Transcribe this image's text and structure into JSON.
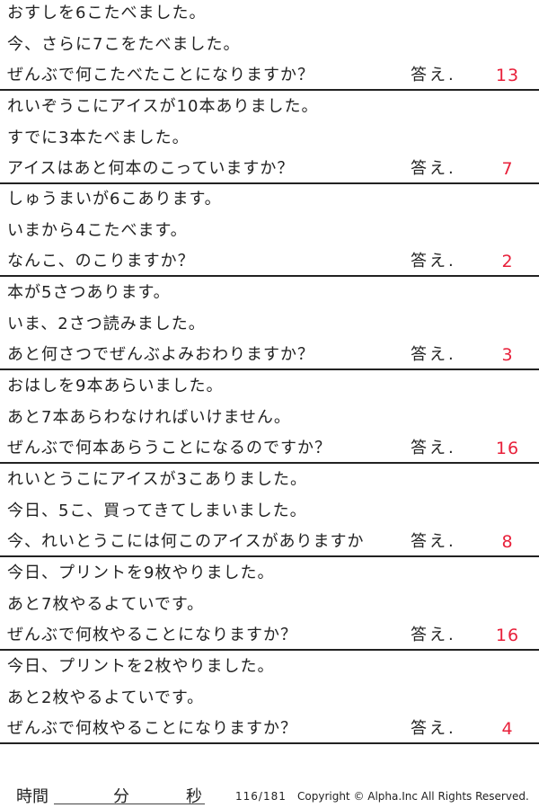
{
  "answer_label": "答え.",
  "problems": [
    {
      "lines": [
        "おすしを6こたべました。",
        "今、さらに7こをたべました。",
        "ぜんぶで何こたべたことになりますか？"
      ],
      "answer": "13"
    },
    {
      "lines": [
        "れいぞうこにアイスが10本ありました。",
        "すでに3本たべました。",
        "アイスはあと何本のこっていますか？"
      ],
      "answer": "7"
    },
    {
      "lines": [
        "しゅうまいが6こあります。",
        "いまから4こたべます。",
        "なんこ、のこりますか？"
      ],
      "answer": "2"
    },
    {
      "lines": [
        "本が5さつあります。",
        "いま、2さつ読みました。",
        "あと何さつでぜんぶよみおわりますか？"
      ],
      "answer": "3"
    },
    {
      "lines": [
        "おはしを9本あらいました。",
        "あと7本あらわなければいけません。",
        "ぜんぶで何本あらうことになるのですか？"
      ],
      "answer": "16"
    },
    {
      "lines": [
        "れいとうこにアイスが3こありました。",
        "今日、5こ、買ってきてしまいました。",
        "今、れいとうこには何このアイスがありますか"
      ],
      "answer": "8"
    },
    {
      "lines": [
        "今日、プリントを9枚やりました。",
        "あと7枚やるよていです。",
        "ぜんぶで何枚やることになりますか？"
      ],
      "answer": "16"
    },
    {
      "lines": [
        "今日、プリントを2枚やりました。",
        "あと2枚やるよていです。",
        "ぜんぶで何枚やることになりますか？"
      ],
      "answer": "4"
    }
  ],
  "footer": {
    "time_label": "時間",
    "minutes_label": "分",
    "seconds_label": "秒",
    "page": "116/181",
    "copyright": "Copyright ©  Alpha.Inc All Rights Reserved."
  },
  "colors": {
    "answer": "#e8203a",
    "text": "#222222"
  }
}
